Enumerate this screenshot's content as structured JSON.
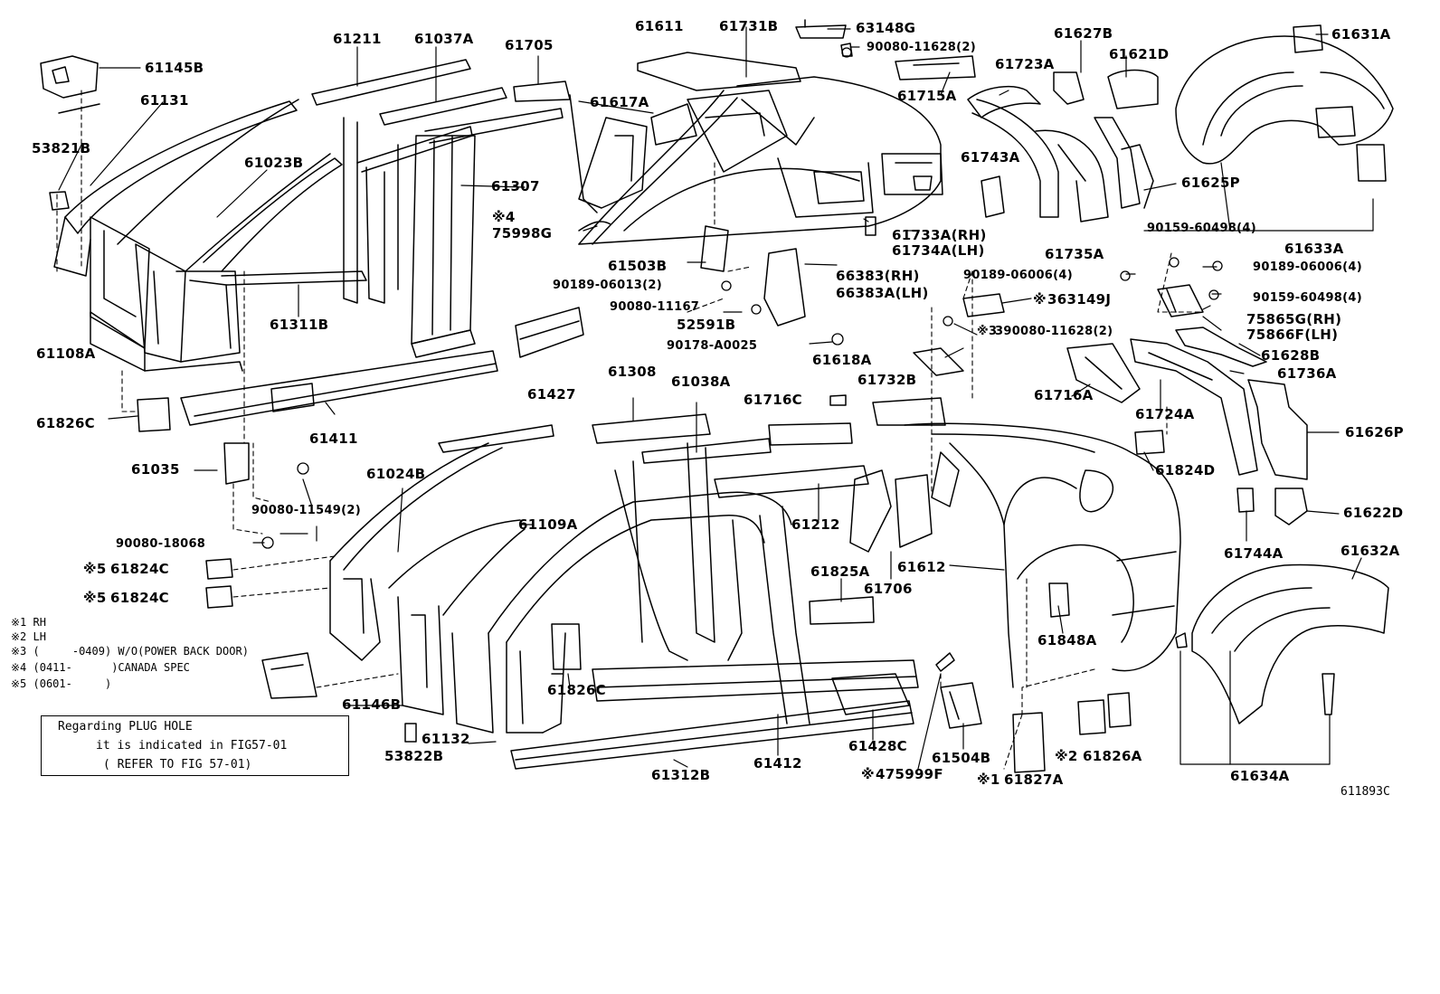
{
  "parts": {
    "p61145B": "61145B",
    "p61131": "61131",
    "p53821B": "53821B",
    "p61211": "61211",
    "p61037A": "61037A",
    "p61705": "61705",
    "p61023B": "61023B",
    "p61307": "61307",
    "p61311B": "61311B",
    "p61108A": "61108A",
    "p61826C_top": "61826C",
    "p61411": "61411",
    "p61035": "61035",
    "p90080_11549": "90080-11549(2)",
    "p90080_18068": "90080-18068",
    "p61824C_1": "61824C",
    "p61824C_2": "61824C",
    "p61611": "61611",
    "p61731B": "61731B",
    "p63148G": "63148G",
    "p90080_11628_top": "90080-11628(2)",
    "p61715A": "61715A",
    "p61617A": "61617A",
    "p75998G": "75998G",
    "p61503B": "61503B",
    "p90189_06013": "90189-06013(2)",
    "p90080_11167": "90080-11167",
    "p52591B": "52591B",
    "p90178_A0025": "90178-A0025",
    "p61427": "61427",
    "p61627B": "61627B",
    "p61621D": "61621D",
    "p61723A": "61723A",
    "p61743A": "61743A",
    "p61733A": "61733A(RH)",
    "p61734A": "61734A(LH)",
    "p66383": "66383(RH)",
    "p66383A": "66383A(LH)",
    "p61735A": "61735A",
    "p61625P": "61625P",
    "p61631A": "61631A",
    "p90159_60498_a": "90159-60498(4)",
    "p61633A": "61633A",
    "p90189_06006_a": "90189-06006(4)",
    "p90189_06006_b": "90189-06006(4)",
    "p363149J": "363149J",
    "p90159_60498_b": "90159-60498(4)",
    "p90080_11628_mid": "390080-11628(2)",
    "p75865G": "75865G(RH)",
    "p75866F": "75866F(LH)",
    "p61618A": "61618A",
    "p61628B": "61628B",
    "p61716A": "61716A",
    "p61736A": "61736A",
    "p61724A": "61724A",
    "p61626P": "61626P",
    "p61308": "61308",
    "p61038A": "61038A",
    "p61716C": "61716C",
    "p61732B": "61732B",
    "p61824D": "61824D",
    "p61622D": "61622D",
    "p61024B": "61024B",
    "p61109A": "61109A",
    "p61212": "61212",
    "p61744A": "61744A",
    "p61632A": "61632A",
    "p61825A": "61825A",
    "p61612": "61612",
    "p61706": "61706",
    "p61848A": "61848A",
    "p61826C_mid": "61826C",
    "p61146B": "61146B",
    "p61132": "61132",
    "p53822B": "53822B",
    "p61312B": "61312B",
    "p61412": "61412",
    "p61428C": "61428C",
    "p61504B": "61504B",
    "p75999F": "475999F",
    "p61826A": "61826A",
    "p61827A": "61827A",
    "p61634A": "61634A"
  },
  "marks": {
    "m4_top": "※4",
    "m5_a": "※5",
    "m5_b": "※5",
    "m3_mid": "※3",
    "m_363149J": "※",
    "m4_bottom": "※",
    "m2_826A": "※2",
    "m1_827A": "※1"
  },
  "notes": {
    "n1": "※1 RH",
    "n2": "※2 LH",
    "n3": "※3 (     -0409) W/O(POWER BACK DOOR)",
    "n4": "※4 (0411-      )CANADA SPEC",
    "n5": "※5 (0601-     )"
  },
  "plug_note": {
    "line1": "Regarding PLUG HOLE",
    "line2": "it is indicated in FIG57-01",
    "line3": "( REFER TO FIG 57-01)"
  },
  "figure_code": "611893C"
}
